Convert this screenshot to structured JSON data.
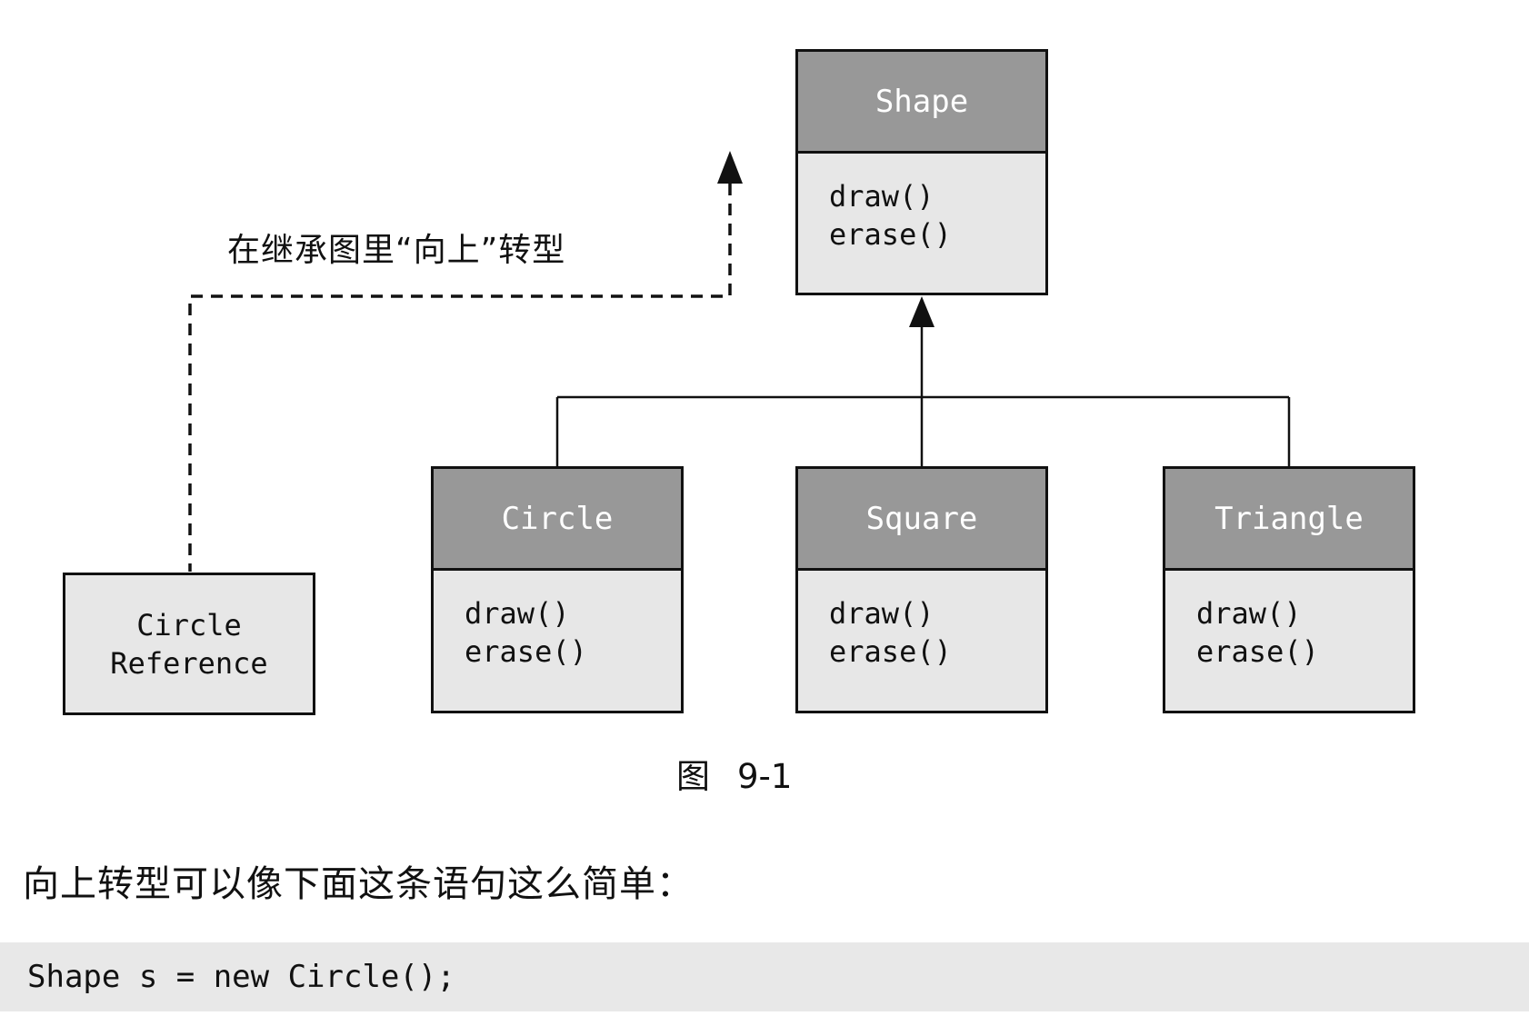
{
  "diagram": {
    "upcast_label": "在继承图里“向上”转型",
    "classes": {
      "shape": {
        "name": "Shape",
        "methods": [
          "draw()",
          "erase()"
        ]
      },
      "circle": {
        "name": "Circle",
        "methods": [
          "draw()",
          "erase()"
        ]
      },
      "square": {
        "name": "Square",
        "methods": [
          "draw()",
          "erase()"
        ]
      },
      "triangle": {
        "name": "Triangle",
        "methods": [
          "draw()",
          "erase()"
        ]
      }
    },
    "reference_box": {
      "label": "Circle\nReference"
    },
    "caption": {
      "prefix": "图",
      "number": "9-1"
    }
  },
  "body_text": "向上转型可以像下面这条语句这么简单：",
  "code": "Shape s = new Circle();",
  "colors": {
    "header_gray": "#989898",
    "body_gray": "#e7e7e7",
    "code_bg": "#e8e8e8",
    "line": "#111111"
  }
}
